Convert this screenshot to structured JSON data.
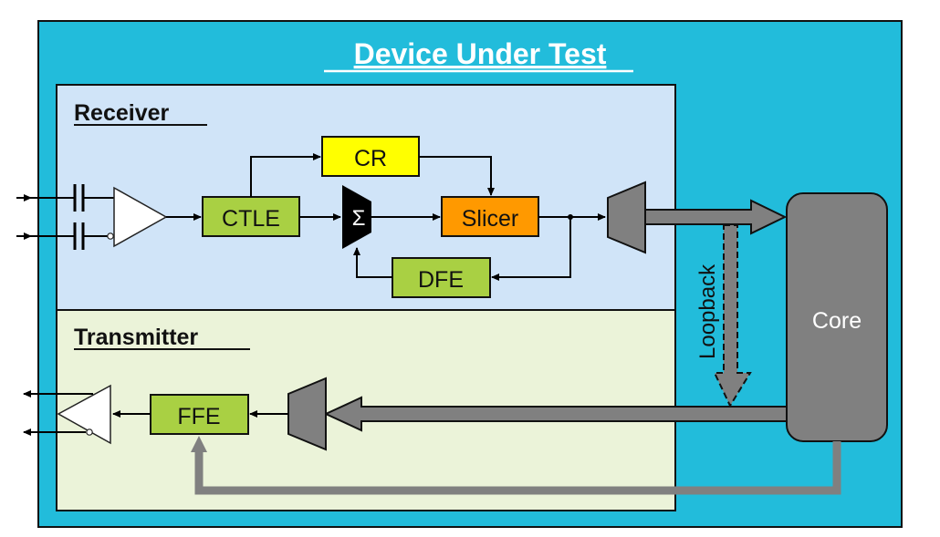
{
  "title": "Device Under Test",
  "colors": {
    "dut_fill": "#22BCDB",
    "receiver_fill": "#D0E4F8",
    "transmitter_fill": "#EBF3D9",
    "green_block": "#A9D043",
    "cr_block": "#FFFF00",
    "slicer_block": "#FF9900",
    "gray": "#808080",
    "core_text": "#ffffff"
  },
  "sections": {
    "receiver": "Receiver",
    "transmitter": "Transmitter"
  },
  "blocks": {
    "ctle": "CTLE",
    "cr": "CR",
    "sum": "Σ",
    "slicer": "Slicer",
    "dfe": "DFE",
    "ffe": "FFE",
    "core": "Core"
  },
  "labels": {
    "loopback": "Loopback"
  }
}
